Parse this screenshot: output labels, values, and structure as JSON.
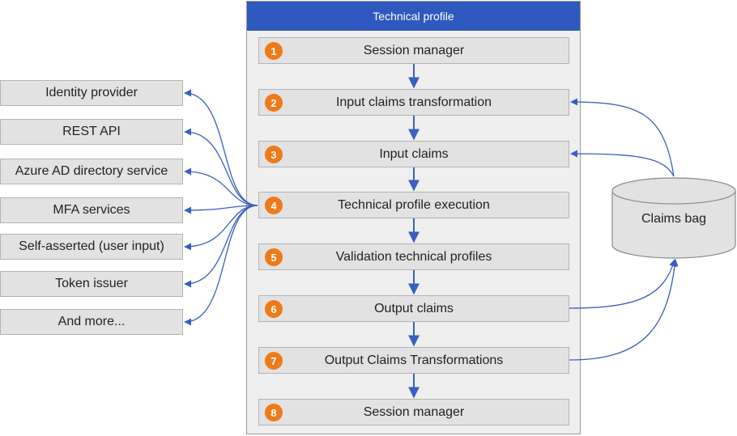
{
  "container": {
    "title": "Technical profile"
  },
  "steps": [
    {
      "num": "1",
      "label": "Session manager"
    },
    {
      "num": "2",
      "label": "Input claims transformation"
    },
    {
      "num": "3",
      "label": "Input claims"
    },
    {
      "num": "4",
      "label": "Technical profile execution"
    },
    {
      "num": "5",
      "label": "Validation technical profiles"
    },
    {
      "num": "6",
      "label": "Output claims"
    },
    {
      "num": "7",
      "label": "Output Claims Transformations"
    },
    {
      "num": "8",
      "label": "Session manager"
    }
  ],
  "providers": [
    "Identity provider",
    "REST API",
    "Azure AD directory service",
    "MFA services",
    "Self-asserted (user input)",
    "Token issuer",
    "And more..."
  ],
  "claims_bag": {
    "label": "Claims bag"
  },
  "colors": {
    "header": "#2f59bf",
    "badge": "#ef7a1a",
    "arrow": "#3a5fc0",
    "box": "#e2e2e2"
  }
}
